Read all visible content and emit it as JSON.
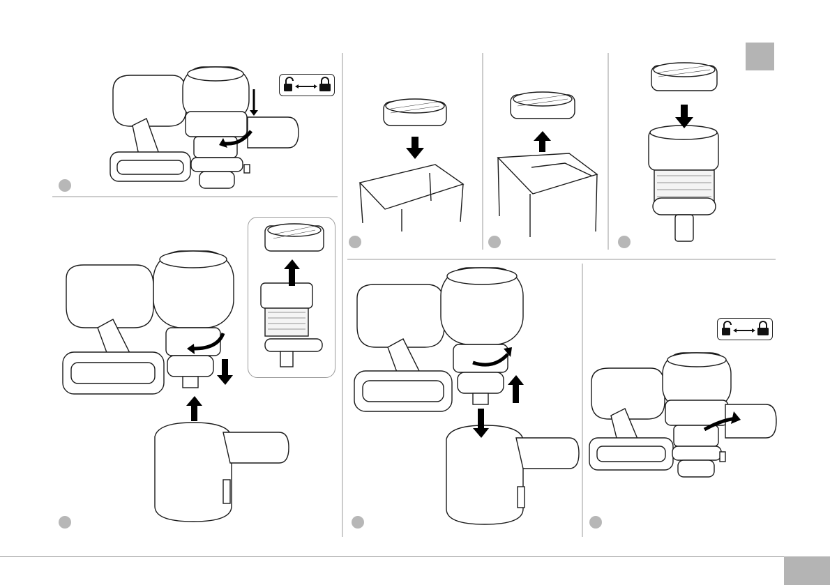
{
  "page": {
    "accent_gray": "#b4b4b4",
    "line_color": "#1a1a1a",
    "language_tab_label": "",
    "page_number": ""
  },
  "steps": [
    {
      "id": 1,
      "panel": "detach-dust-container",
      "icons": [
        "unlock-icon",
        "lock-icon",
        "rotate-arrow-icon"
      ]
    },
    {
      "id": 2,
      "panel": "remove-filter",
      "icons": [
        "rotate-arrow-icon",
        "up-arrow-icon",
        "down-arrow-icon"
      ]
    },
    {
      "id": 3,
      "panel": "empty-filter-into-bin",
      "icons": [
        "down-arrow-icon"
      ]
    },
    {
      "id": 4,
      "panel": "take-filter-from-box",
      "icons": [
        "up-arrow-icon"
      ]
    },
    {
      "id": 5,
      "panel": "insert-filter",
      "icons": [
        "down-arrow-icon"
      ]
    },
    {
      "id": 6,
      "panel": "reattach-dust-container",
      "icons": [
        "rotate-arrow-icon",
        "up-arrow-icon",
        "down-arrow-icon"
      ]
    },
    {
      "id": 7,
      "panel": "lock-dust-container",
      "icons": [
        "unlock-icon",
        "lock-icon",
        "rotate-arrow-icon"
      ]
    }
  ]
}
